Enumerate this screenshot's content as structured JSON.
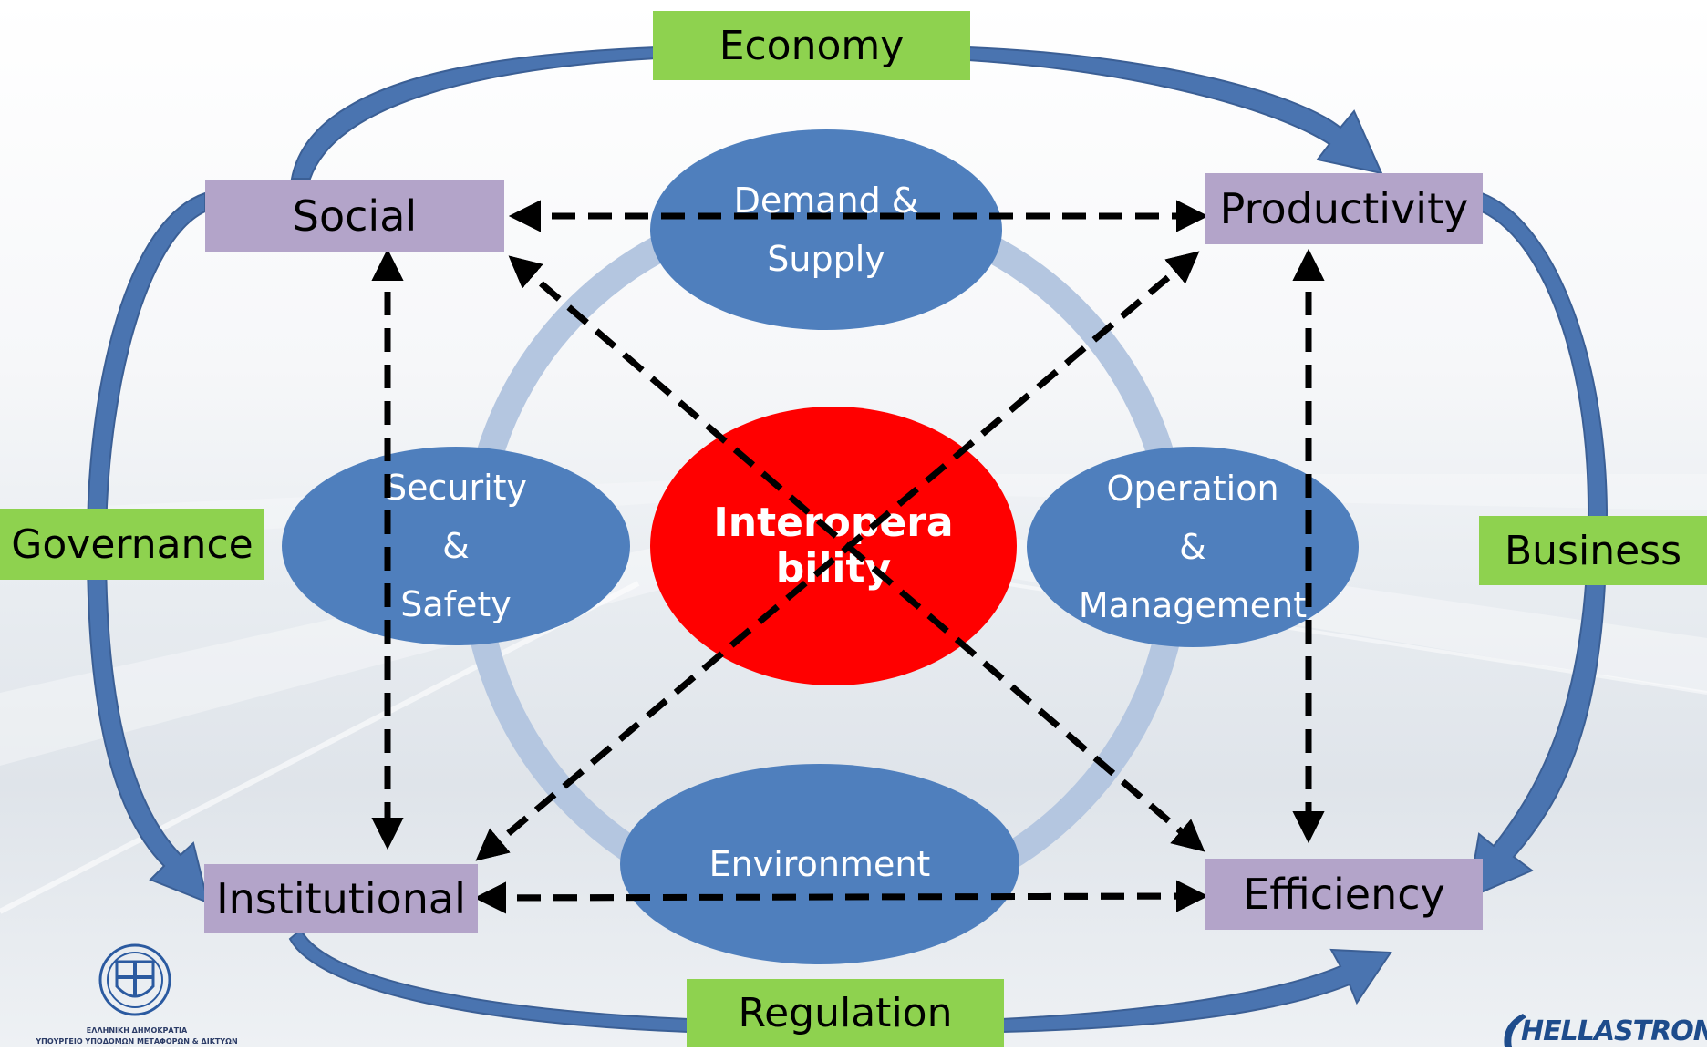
{
  "domains": {
    "economy": "Economy",
    "governance": "Governance",
    "business": "Business",
    "regulation": "Regulation"
  },
  "outcomes": {
    "social": "Social",
    "productivity": "Productivity",
    "institutional": "Institutional",
    "efficiency": "Efficiency"
  },
  "pillars": {
    "demand": [
      "Demand &",
      "Supply"
    ],
    "security": [
      "Security",
      "&",
      "Safety"
    ],
    "operation": [
      "Operation",
      "&",
      "Management"
    ],
    "environment": "Environment"
  },
  "center": [
    "Interopera",
    "bility"
  ],
  "logos": {
    "left_lines": [
      "ΕΛΛΗΝΙΚΗ ΔΗΜΟΚΡΑΤΙΑ",
      "ΥΠΟΥΡΓΕΙΟ ΥΠΟΔΟΜΩΝ ΜΕΤΑΦΟΡΩΝ & ΔΙΚΤΥΩΝ"
    ],
    "right": "HELLASTRON"
  },
  "colors": {
    "green_box": "#8ed24f",
    "purple_box": "#b3a4c9",
    "blue_ellipse": "#4f7fbd",
    "red_ellipse": "#ff0000",
    "ring": "#b4c6e0",
    "arrow": "#4a74b0"
  }
}
